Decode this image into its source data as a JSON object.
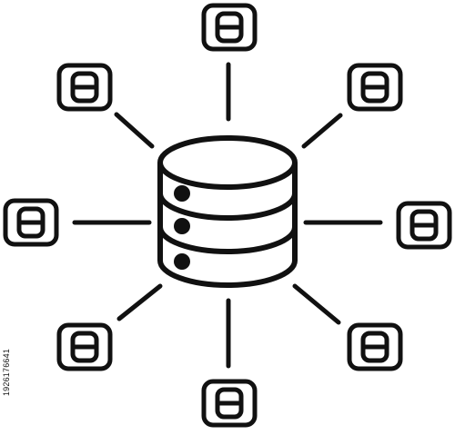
{
  "icon": {
    "name": "database-network-icon",
    "stroke_color": "#111111",
    "background_color": "#ffffff",
    "nodes": [
      {
        "name": "node-top"
      },
      {
        "name": "node-top-right"
      },
      {
        "name": "node-right"
      },
      {
        "name": "node-bottom-right"
      },
      {
        "name": "node-bottom"
      },
      {
        "name": "node-bottom-left"
      },
      {
        "name": "node-left"
      },
      {
        "name": "node-top-left"
      }
    ]
  },
  "stock_id_text": "1926176641"
}
